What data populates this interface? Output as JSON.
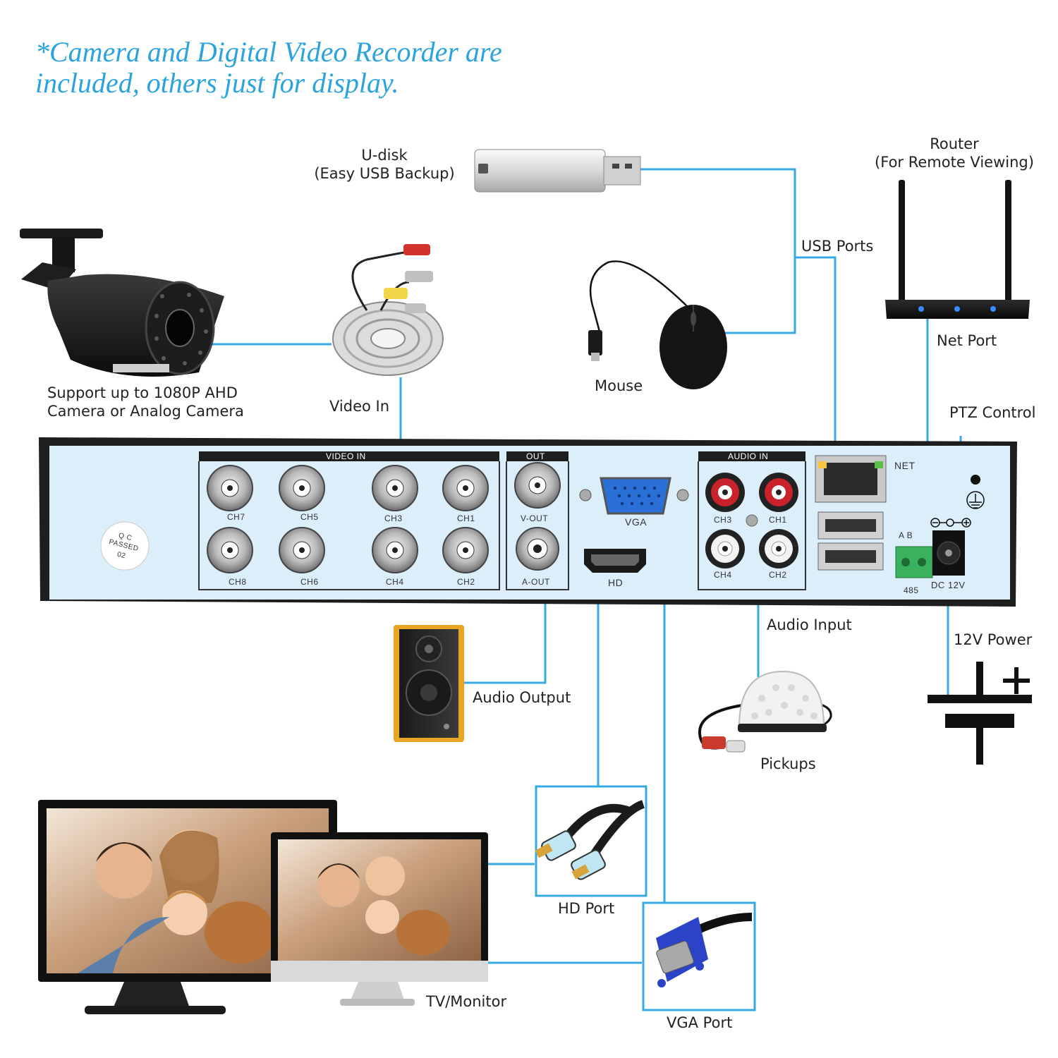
{
  "headline": {
    "line1": "*Camera and Digital Video Recorder are",
    "line2": "included, others just for display."
  },
  "components": {
    "udisk": {
      "line1": "U-disk",
      "line2": "(Easy USB Backup)"
    },
    "router": {
      "line1": "Router",
      "line2": "(For Remote Viewing)"
    },
    "camera": {
      "line1": "Support up to 1080P AHD",
      "line2": "Camera or  Analog Camera"
    },
    "video_in": "Video In",
    "mouse": "Mouse",
    "usb_ports": "USB Ports",
    "net_port": "Net Port",
    "ptz_control": "PTZ Control",
    "audio_input": "Audio Input",
    "power": "12V Power",
    "audio_output": "Audio Output",
    "pickups": "Pickups",
    "hd_port": "HD Port",
    "vga_port": "VGA Port",
    "tv_monitor": "TV/Monitor"
  },
  "dvr_panel": {
    "video_in_header": "VIDEO IN",
    "out_header": "OUT",
    "audio_in_header": "AUDIO IN",
    "video_channels_top": [
      "CH7",
      "CH5",
      "CH3",
      "CH1"
    ],
    "video_channels_bottom": [
      "CH8",
      "CH6",
      "CH4",
      "CH2"
    ],
    "v_out": "V-OUT",
    "a_out": "A-OUT",
    "vga": "VGA",
    "hd": "HD",
    "audio_ch_top": [
      "CH3",
      "CH1"
    ],
    "audio_ch_bottom": [
      "CH4",
      "CH2"
    ],
    "net": "NET",
    "ab": "A  B",
    "rs485": "485",
    "dc": "DC 12V",
    "qc_line1": "Q C",
    "qc_line2": "PASSED",
    "qc_line3": "02"
  },
  "colors": {
    "wire": "#36a9e1",
    "headline": "#2aa3de",
    "panel": "#dbeef9",
    "panel_frame": "#1e1e1e"
  }
}
